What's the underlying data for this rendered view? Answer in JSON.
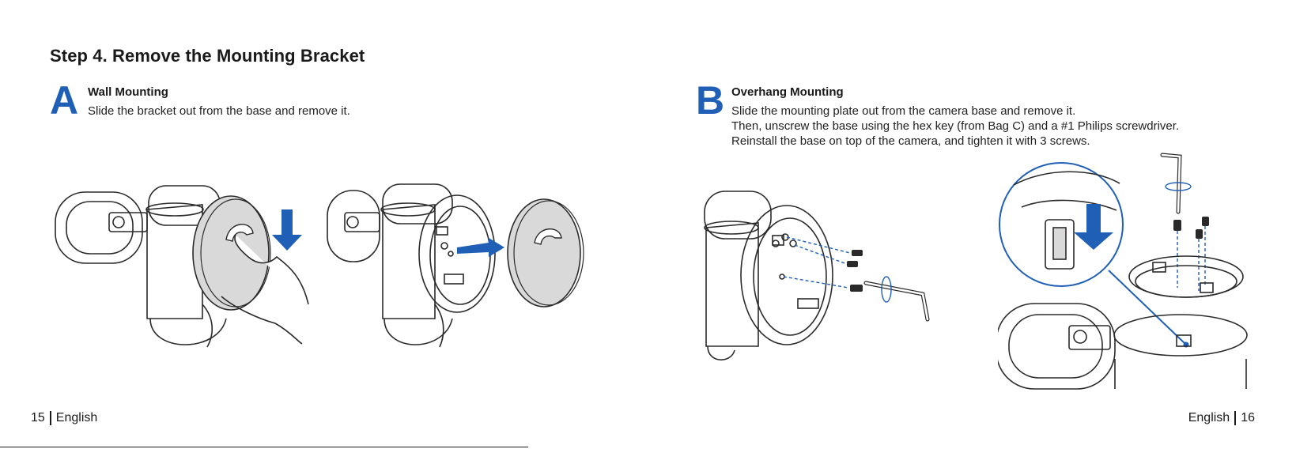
{
  "page": {
    "title": "Step 4. Remove the Mounting Bracket"
  },
  "section_a": {
    "letter": "A",
    "heading": "Wall Mounting",
    "lines": [
      "Slide the bracket out from the base and remove it."
    ]
  },
  "section_b": {
    "letter": "B",
    "heading": "Overhang Mounting",
    "lines": [
      "Slide the mounting plate out from the camera base and remove it.",
      "Then, unscrew the base using the hex key (from Bag C) and a #1 Philips screwdriver.",
      "Reinstall the base on top of the camera, and tighten it with 3 screws."
    ]
  },
  "footer": {
    "left_page": "15",
    "left_lang": "English",
    "right_lang": "English",
    "right_page": "16"
  },
  "colors": {
    "accent": "#1f5fb6",
    "text": "#1a1a1a",
    "line_art": "#2a2a2a",
    "fill_grey": "#d9d9d9"
  }
}
